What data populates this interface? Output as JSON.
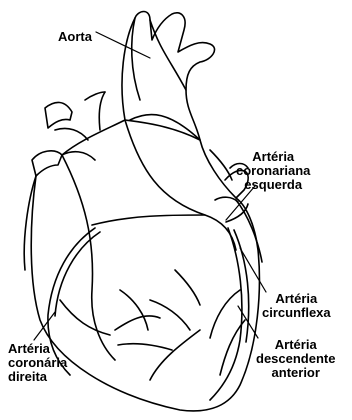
{
  "labels": {
    "aorta": {
      "lines": [
        "Aorta"
      ]
    },
    "left_coronary": {
      "lines": [
        "Artéria",
        "coronariana",
        "esquerda"
      ]
    },
    "circumflex": {
      "lines": [
        "Artéria",
        "circunflexa"
      ]
    },
    "descending": {
      "lines": [
        "Artéria",
        "descendente",
        "anterior"
      ]
    },
    "right_coronary": {
      "lines": [
        "Artéria",
        "coronária",
        "direita"
      ]
    }
  },
  "colors": {
    "line": "#000000",
    "background": "#ffffff"
  }
}
